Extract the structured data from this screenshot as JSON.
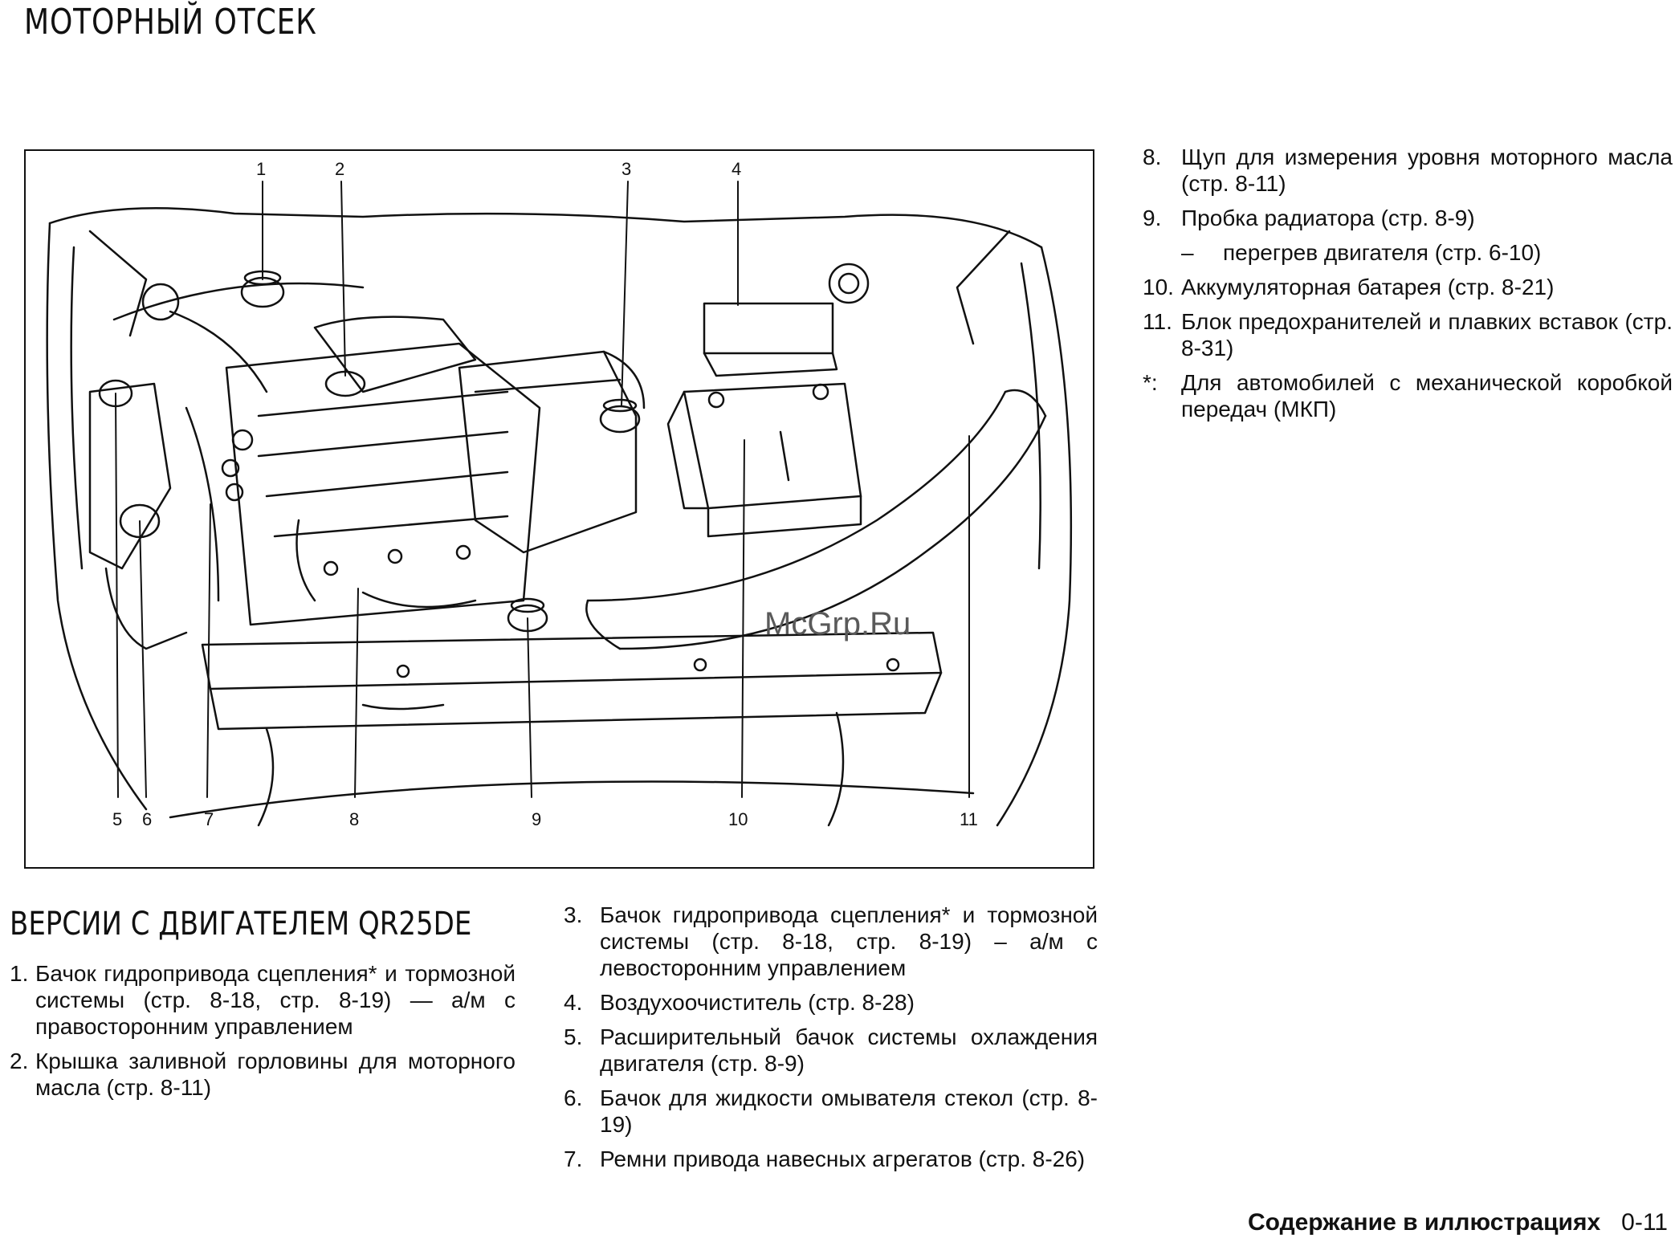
{
  "page": {
    "title": "МОТОРНЫЙ ОТСЕК",
    "footer_section": "Содержание в иллюстрациях",
    "footer_page": "0-11"
  },
  "figure": {
    "watermark": "McGrp.Ru",
    "callouts_top": [
      "1",
      "2",
      "3",
      "4"
    ],
    "callouts_bottom": [
      "5",
      "6",
      "7",
      "8",
      "9",
      "10",
      "11"
    ]
  },
  "section": {
    "title": "ВЕРСИИ С ДВИГАТЕЛЕМ QR25DE"
  },
  "legend_left": [
    {
      "num": "1.",
      "text": "Бачок гидропривода сцепления* и тормозной системы (стр. 8-18, стр. 8-19) — а/м с правосторонним управлением"
    },
    {
      "num": "2.",
      "text": "Крышка заливной горловины для моторного масла (стр. 8-11)"
    }
  ],
  "legend_mid": [
    {
      "num": "3.",
      "text": "Бачок гидропривода сцепления* и тормозной системы (стр. 8-18, стр. 8-19) – а/м с левосторонним управлением"
    },
    {
      "num": "4.",
      "text": "Воздухоочиститель (стр. 8-28)"
    },
    {
      "num": "5.",
      "text": "Расширительный бачок системы охлаждения двигателя (стр. 8-9)"
    },
    {
      "num": "6.",
      "text": "Бачок для жидкости омывателя стекол (стр. 8-19)"
    },
    {
      "num": "7.",
      "text": "Ремни привода навесных агрегатов (стр. 8-26)"
    }
  ],
  "legend_right": [
    {
      "num": "8.",
      "text": "Щуп для измерения уровня моторного масла (стр. 8-11)"
    },
    {
      "num": "9.",
      "text": "Пробка радиатора (стр. 8-9)"
    },
    {
      "num": "10.",
      "text": "Аккумуляторная батарея (стр. 8-21)"
    },
    {
      "num": "11.",
      "text": "Блок предохранителей и плавких вставок (стр. 8-31)"
    },
    {
      "num": "*:",
      "text": "Для автомобилей с механической коробкой передач (МКП)"
    }
  ],
  "legend_right_sub": {
    "dash": "–",
    "text": "перегрев двигателя (стр. 6-10)"
  }
}
